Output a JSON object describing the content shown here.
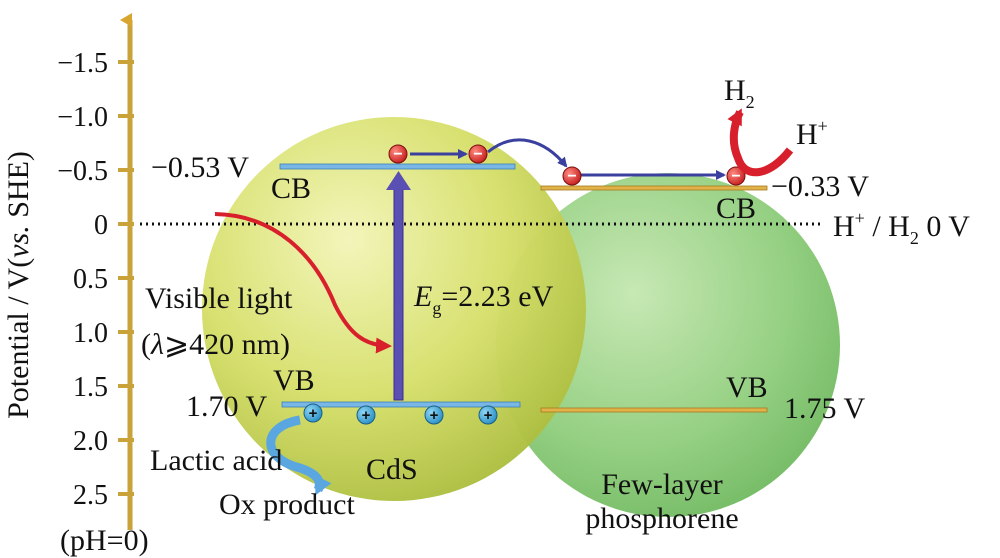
{
  "axis": {
    "label": "Potential / V(vs. SHE)",
    "label_main": "Potential / V(",
    "label_italic": "vs.",
    "label_tail": " SHE)",
    "ticks": [
      "−1.5",
      "−1.0",
      "−0.5",
      "0",
      "0.5",
      "1.0",
      "1.5",
      "2.0",
      "2.5"
    ],
    "tick_values": [
      -1.5,
      -1.0,
      -0.5,
      0,
      0.5,
      1.0,
      1.5,
      2.0,
      2.5
    ],
    "ph_note": "(pH=0)",
    "color": "#c9a23a"
  },
  "reference_line": {
    "label": "H⁺ / H₂ 0 V",
    "label_a": "H",
    "label_sup": "+",
    "label_b": " / H",
    "label_sub": "2",
    "label_c": " 0 V"
  },
  "cds": {
    "name": "CdS",
    "cb_label": "CB",
    "vb_label": "VB",
    "cb_potential": "−0.53 V",
    "vb_potential": "1.70 V",
    "cb_value": -0.53,
    "vb_value": 1.7,
    "bandgap_E": "E",
    "bandgap_sub": "g",
    "bandgap_value": "=2.23 eV",
    "color": "#d9e070"
  },
  "phosphorene": {
    "name_line1": "Few-layer",
    "name_line2": "phosphorene",
    "cb_label": "CB",
    "vb_label": "VB",
    "cb_potential": "−0.33 V",
    "vb_potential": "1.75 V",
    "cb_value": -0.33,
    "vb_value": 1.75,
    "color": "#93cf84"
  },
  "light": {
    "line1": "Visible light",
    "line2_open": "(",
    "line2_lambda": "λ",
    "line2_rest": "⩾420 nm)"
  },
  "reaction_h2": {
    "product": "H",
    "product_sub": "2",
    "reactant": "H",
    "reactant_sup": "+"
  },
  "reaction_oxidation": {
    "reactant": "Lactic acid",
    "product": "Ox product"
  },
  "charges": {
    "electron_symbol": "−",
    "hole_symbol": "+"
  }
}
